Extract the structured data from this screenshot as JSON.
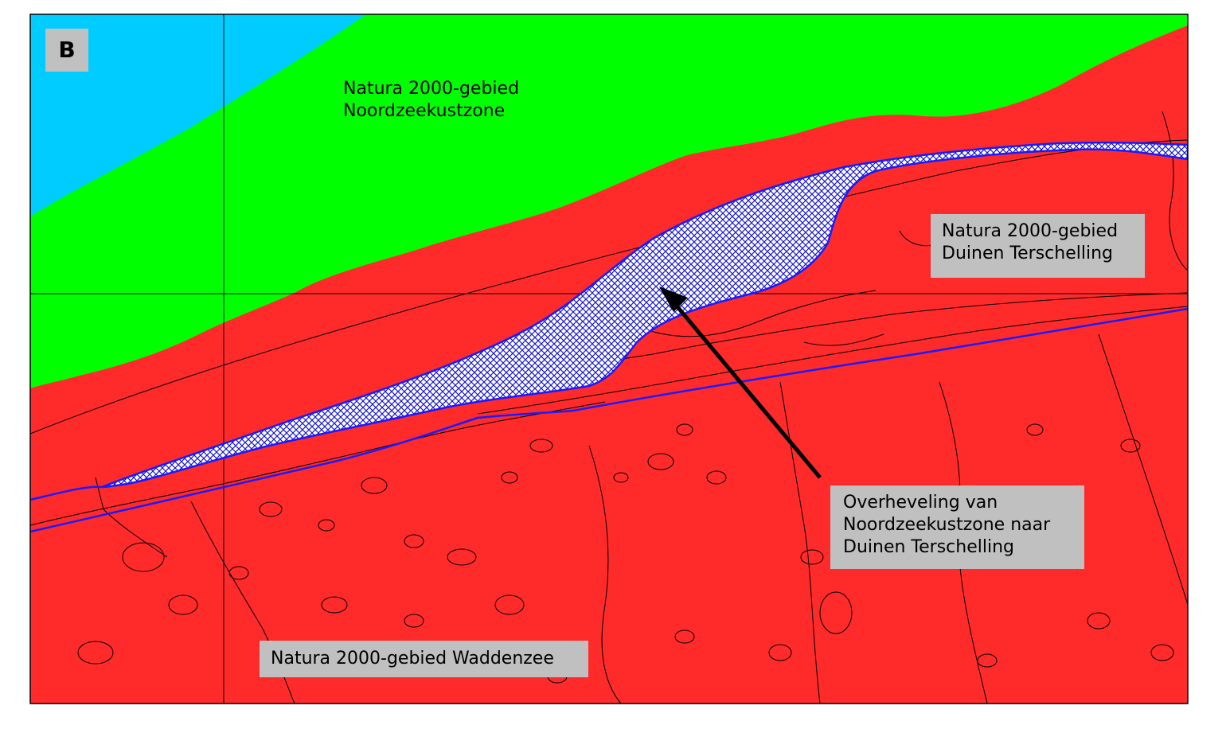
{
  "panel_letter": "B",
  "labels": {
    "noordzeekustzone": {
      "line1": "Natura 2000-gebied",
      "line2": "Noordzeekustzone"
    },
    "duinen_terschelling": {
      "line1": "Natura 2000-gebied",
      "line2": "Duinen Terschelling"
    },
    "overheveling": {
      "line1": "Overheveling van",
      "line2": "Noordzeekustzone naar",
      "line3": "Duinen Terschelling"
    },
    "waddenzee": {
      "line1": "Natura 2000-gebied Waddenzee"
    }
  },
  "colors": {
    "sea": "#00ccff",
    "noordzeekustzone": "#00ff00",
    "natura_area": "#ff2a2a",
    "transfer_hatch": "#0000cc",
    "boundary_line": "#1a1aff",
    "label_background": "#c0c0c0"
  }
}
